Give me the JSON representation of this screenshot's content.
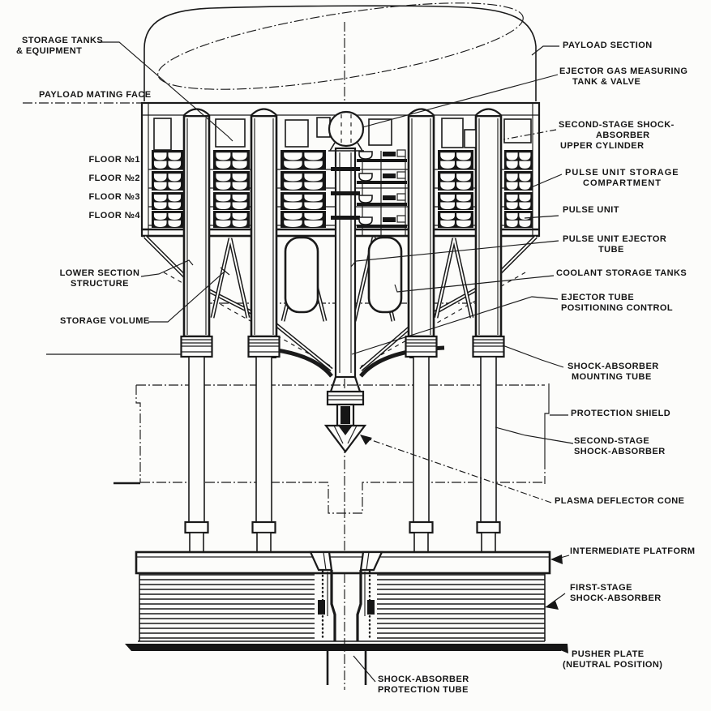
{
  "title": "Nuclear pulse vehicle cutaway diagram",
  "colors": {
    "ink": "#1a1a1a",
    "paper": "#fcfcfa"
  },
  "labels": {
    "storage_tanks": {
      "l1": "STORAGE TANKS",
      "l2": "& EQUIPMENT"
    },
    "payload_mating_face": {
      "text": "PAYLOAD MATING FACE"
    },
    "floor1": {
      "text": "FLOOR №1"
    },
    "floor2": {
      "text": "FLOOR №2"
    },
    "floor3": {
      "text": "FLOOR №3"
    },
    "floor4": {
      "text": "FLOOR №4"
    },
    "lower_section": {
      "l1": "LOWER SECTION",
      "l2": "STRUCTURE"
    },
    "storage_volume": {
      "text": "STORAGE VOLUME"
    },
    "payload_section": {
      "text": "PAYLOAD SECTION"
    },
    "ejector_gas": {
      "l1": "EJECTOR GAS MEASURING",
      "l2": "TANK & VALVE"
    },
    "ss_upper": {
      "l1": "SECOND-STAGE SHOCK-",
      "l2": "ABSORBER",
      "l3": "UPPER CYLINDER"
    },
    "pu_storage": {
      "l1": "PULSE UNIT STORAGE",
      "l2": "COMPARTMENT"
    },
    "pulse_unit": {
      "text": "PULSE UNIT"
    },
    "pu_ejector": {
      "l1": "PULSE UNIT EJECTOR",
      "l2": "TUBE"
    },
    "coolant": {
      "text": "COOLANT STORAGE TANKS"
    },
    "ejector_positioning": {
      "l1": "EJECTOR TUBE",
      "l2": "POSITIONING CONTROL"
    },
    "mounting": {
      "l1": "SHOCK-ABSORBER",
      "l2": "MOUNTING TUBE"
    },
    "protection_shield": {
      "text": "PROTECTION SHIELD"
    },
    "ss_absorber": {
      "l1": "SECOND-STAGE",
      "l2": "SHOCK-ABSORBER"
    },
    "plasma_cone": {
      "text": "PLASMA DEFLECTOR CONE"
    },
    "intermediate_platform": {
      "text": "INTERMEDIATE PLATFORM"
    },
    "first_stage": {
      "l1": "FIRST-STAGE",
      "l2": "SHOCK-ABSORBER"
    },
    "pusher_plate": {
      "l1": "PUSHER PLATE",
      "l2": "(NEUTRAL POSITION)"
    },
    "sa_protection_tube": {
      "l1": "SHOCK-ABSORBER",
      "l2": "PROTECTION TUBE"
    }
  }
}
